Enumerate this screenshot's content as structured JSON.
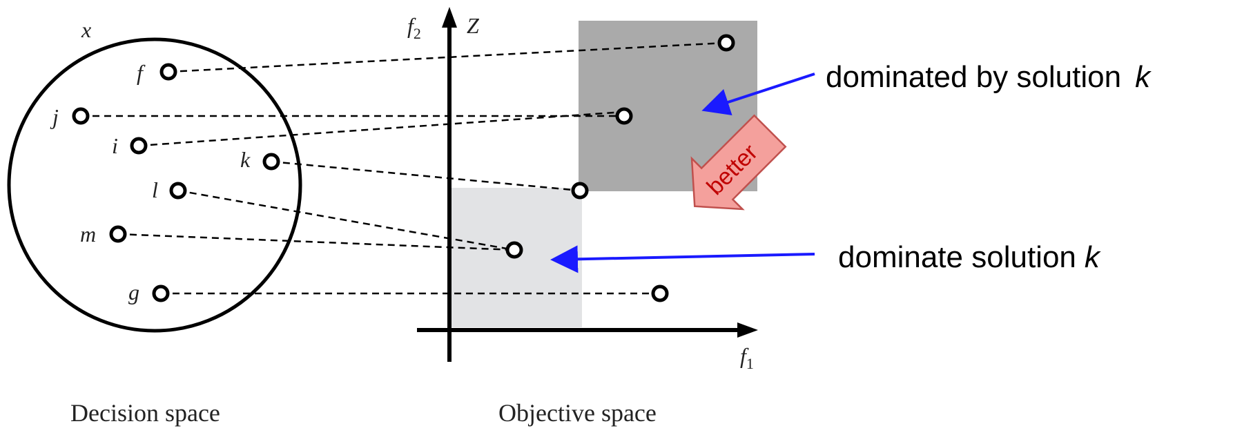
{
  "decision_space": {
    "set_label": "x",
    "caption": "Decision space",
    "points": [
      {
        "id": "f",
        "label": "f"
      },
      {
        "id": "j",
        "label": "j"
      },
      {
        "id": "i",
        "label": "i"
      },
      {
        "id": "k",
        "label": "k"
      },
      {
        "id": "l",
        "label": "l"
      },
      {
        "id": "m",
        "label": "m"
      },
      {
        "id": "g",
        "label": "g"
      }
    ]
  },
  "objective_space": {
    "y_axis_label": "f",
    "y_axis_sub": "2",
    "x_axis_label": "f",
    "x_axis_sub": "1",
    "space_label": "Z",
    "caption": "Objective space"
  },
  "annotations": {
    "dominated_text": "dominated by solution",
    "dominated_k": "k",
    "dominate_text": "dominate solution",
    "dominate_k": "k",
    "better_label": "better"
  },
  "colors": {
    "dominated_region": "#aaaaaa",
    "dominating_region": "#e2e3e5",
    "annotation_arrow": "#1a1aff",
    "better_arrow_fill": "#f4a09c",
    "better_arrow_stroke": "#c0504d",
    "better_text": "#c00000"
  }
}
